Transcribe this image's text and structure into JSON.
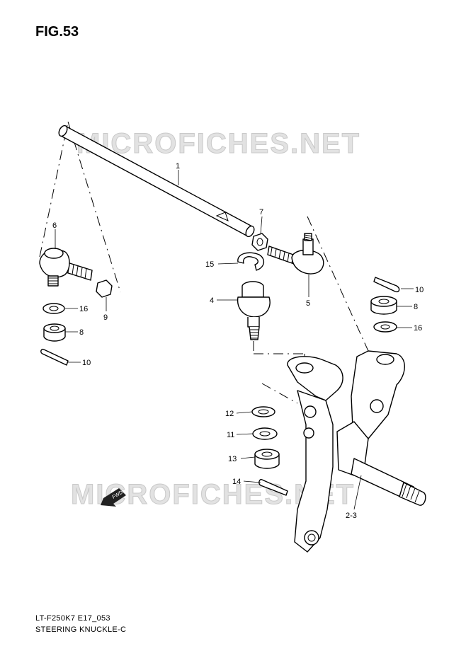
{
  "figure": {
    "title": "FIG.53"
  },
  "watermark": {
    "text": "MICROFICHES.NET"
  },
  "callouts": [
    {
      "key": "c1",
      "label": "1"
    },
    {
      "key": "c7",
      "label": "7"
    },
    {
      "key": "c6",
      "label": "6"
    },
    {
      "key": "c15",
      "label": "15"
    },
    {
      "key": "c5",
      "label": "5"
    },
    {
      "key": "c4",
      "label": "4"
    },
    {
      "key": "c9",
      "label": "9"
    },
    {
      "key": "c16a",
      "label": "16"
    },
    {
      "key": "c8a",
      "label": "8"
    },
    {
      "key": "c10a",
      "label": "10"
    },
    {
      "key": "c10b",
      "label": "10"
    },
    {
      "key": "c8b",
      "label": "8"
    },
    {
      "key": "c16b",
      "label": "16"
    },
    {
      "key": "c12",
      "label": "12"
    },
    {
      "key": "c11",
      "label": "11"
    },
    {
      "key": "c13",
      "label": "13"
    },
    {
      "key": "c14",
      "label": "14"
    },
    {
      "key": "c23",
      "label": "2-3"
    }
  ],
  "fwd_arrow": {
    "label": "FWD"
  },
  "footer": {
    "model_code": "LT-F250K7 E17_053",
    "section_name": "STEERING KNUCKLE-C"
  }
}
